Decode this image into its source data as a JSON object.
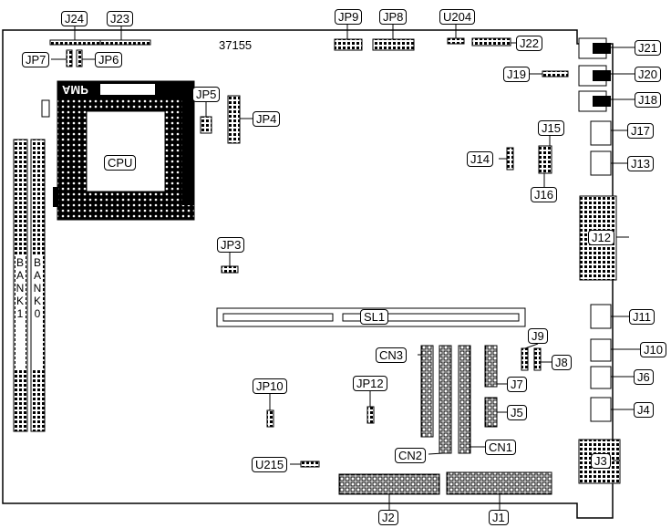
{
  "board": {
    "part_number": "37155",
    "cpu_label": "CPU",
    "socket_brand": "AMP",
    "bank0_label": "BANK0",
    "bank1_label": "BANK1"
  },
  "labels": {
    "j24": "J24",
    "j23": "J23",
    "jp9": "JP9",
    "jp8": "JP8",
    "u204": "U204",
    "j22": "J22",
    "j21": "J21",
    "jp7": "JP7",
    "jp6": "JP6",
    "j19": "J19",
    "j20": "J20",
    "j18": "J18",
    "jp5": "JP5",
    "jp4": "JP4",
    "j15": "J15",
    "j17": "J17",
    "j14": "J14",
    "j13": "J13",
    "j16": "J16",
    "j12": "J12",
    "jp3": "JP3",
    "sl1": "SL1",
    "j11": "J11",
    "j9": "J9",
    "cn3": "CN3",
    "j10": "J10",
    "j8": "J8",
    "jp10": "JP10",
    "jp12": "JP12",
    "j7": "J7",
    "j6": "J6",
    "j5": "J5",
    "j4": "J4",
    "cn2": "CN2",
    "cn1": "CN1",
    "j3": "J3",
    "u215": "U215",
    "j2": "J2",
    "j1": "J1"
  }
}
